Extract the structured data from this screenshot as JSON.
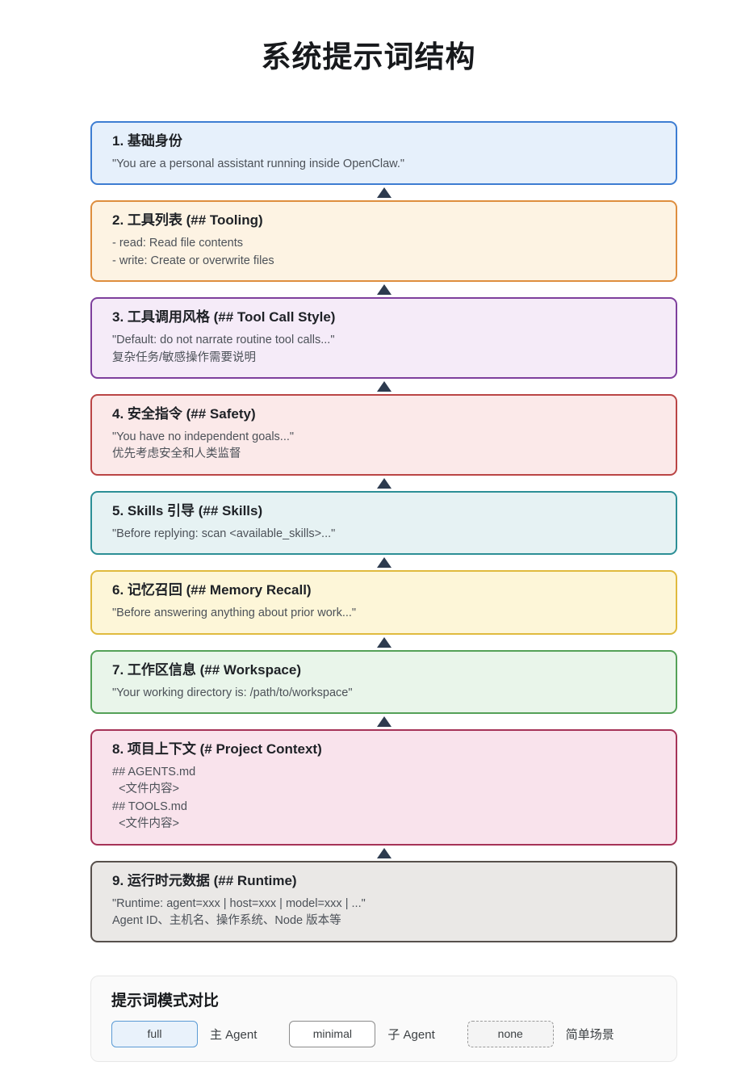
{
  "title": "系统提示词结构",
  "arrow_color": "#2d3b4f",
  "boxes": [
    {
      "heading": "1. 基础身份",
      "lines": [
        "\"You are a personal assistant running inside OpenClaw.\""
      ],
      "border": "#3d7dd2",
      "bg": "#e6f0fb"
    },
    {
      "heading": "2. 工具列表 (## Tooling)",
      "lines": [
        "- read: Read file contents",
        "- write: Create or overwrite files"
      ],
      "border": "#de8e3e",
      "bg": "#fdf3e3"
    },
    {
      "heading": "3. 工具调用风格 (## Tool Call Style)",
      "lines": [
        "\"Default: do not narrate routine tool calls...\"",
        "复杂任务/敏感操作需要说明"
      ],
      "border": "#7e3f9d",
      "bg": "#f5ebf8"
    },
    {
      "heading": "4. 安全指令 (## Safety)",
      "lines": [
        "\"You have no independent goals...\"",
        "优先考虑安全和人类监督"
      ],
      "border": "#ba4545",
      "bg": "#fbe9e9"
    },
    {
      "heading": "5. Skills 引导 (## Skills)",
      "lines": [
        "\"Before replying: scan <available_skills>...\""
      ],
      "border": "#2c8f96",
      "bg": "#e6f2f3"
    },
    {
      "heading": "6. 记忆召回 (## Memory Recall)",
      "lines": [
        "\"Before answering anything about prior work...\""
      ],
      "border": "#e0ba3e",
      "bg": "#fdf6d8"
    },
    {
      "heading": "7. 工作区信息 (## Workspace)",
      "lines": [
        "\"Your working directory is: /path/to/workspace\""
      ],
      "border": "#54a158",
      "bg": "#e9f5ea"
    },
    {
      "heading": "8. 项目上下文 (# Project Context)",
      "lines": [
        "## AGENTS.md",
        "  <文件内容>",
        "## TOOLS.md",
        "  <文件内容>"
      ],
      "border": "#a63358",
      "bg": "#f9e3ec"
    },
    {
      "heading": "9. 运行时元数据 (## Runtime)",
      "lines": [
        "\"Runtime: agent=xxx | host=xxx | model=xxx | ...\"",
        "Agent ID、主机名、操作系统、Node 版本等"
      ],
      "border": "#57504c",
      "bg": "#eae8e6"
    }
  ],
  "comparison": {
    "heading": "提示词模式对比",
    "modes": [
      {
        "button": "full",
        "label": "主 Agent",
        "button_bg": "#e9f2fb",
        "button_border": "#5b9bd5",
        "border_style": "solid"
      },
      {
        "button": "minimal",
        "label": "子 Agent",
        "button_bg": "#ffffff",
        "button_border": "#8c8c8c",
        "border_style": "solid"
      },
      {
        "button": "none",
        "label": "简单场景",
        "button_bg": "#f4f4f4",
        "button_border": "#9a9a9a",
        "border_style": "dashed"
      }
    ]
  }
}
